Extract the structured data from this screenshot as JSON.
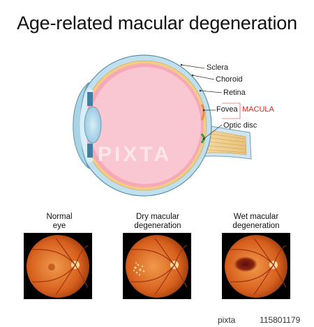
{
  "title": "Age-related macular degeneration",
  "eye_labels": {
    "sclera": "Sclera",
    "choroid": "Choroid",
    "retina": "Retina",
    "fovea": "Fovea",
    "macula": "MACULA",
    "optic_disc": "Optic disc"
  },
  "fundus_panels": [
    {
      "title_line1": "Normal",
      "title_line2": "eye"
    },
    {
      "title_line1": "Dry macular",
      "title_line2": "degeneration"
    },
    {
      "title_line1": "Wet macular",
      "title_line2": "degeneration"
    }
  ],
  "watermark": "PIXTA",
  "footer": {
    "brand": "pixta",
    "image_id": "115801179"
  },
  "colors": {
    "sclera": "#b9dce9",
    "choroid": "#f4d08a",
    "retina": "#f7b7c0",
    "vitreous": "#f8c6d0",
    "macula_label": "#e2231a",
    "optic_nerve": "#f0cf8f",
    "fundus": "#d9641f"
  }
}
